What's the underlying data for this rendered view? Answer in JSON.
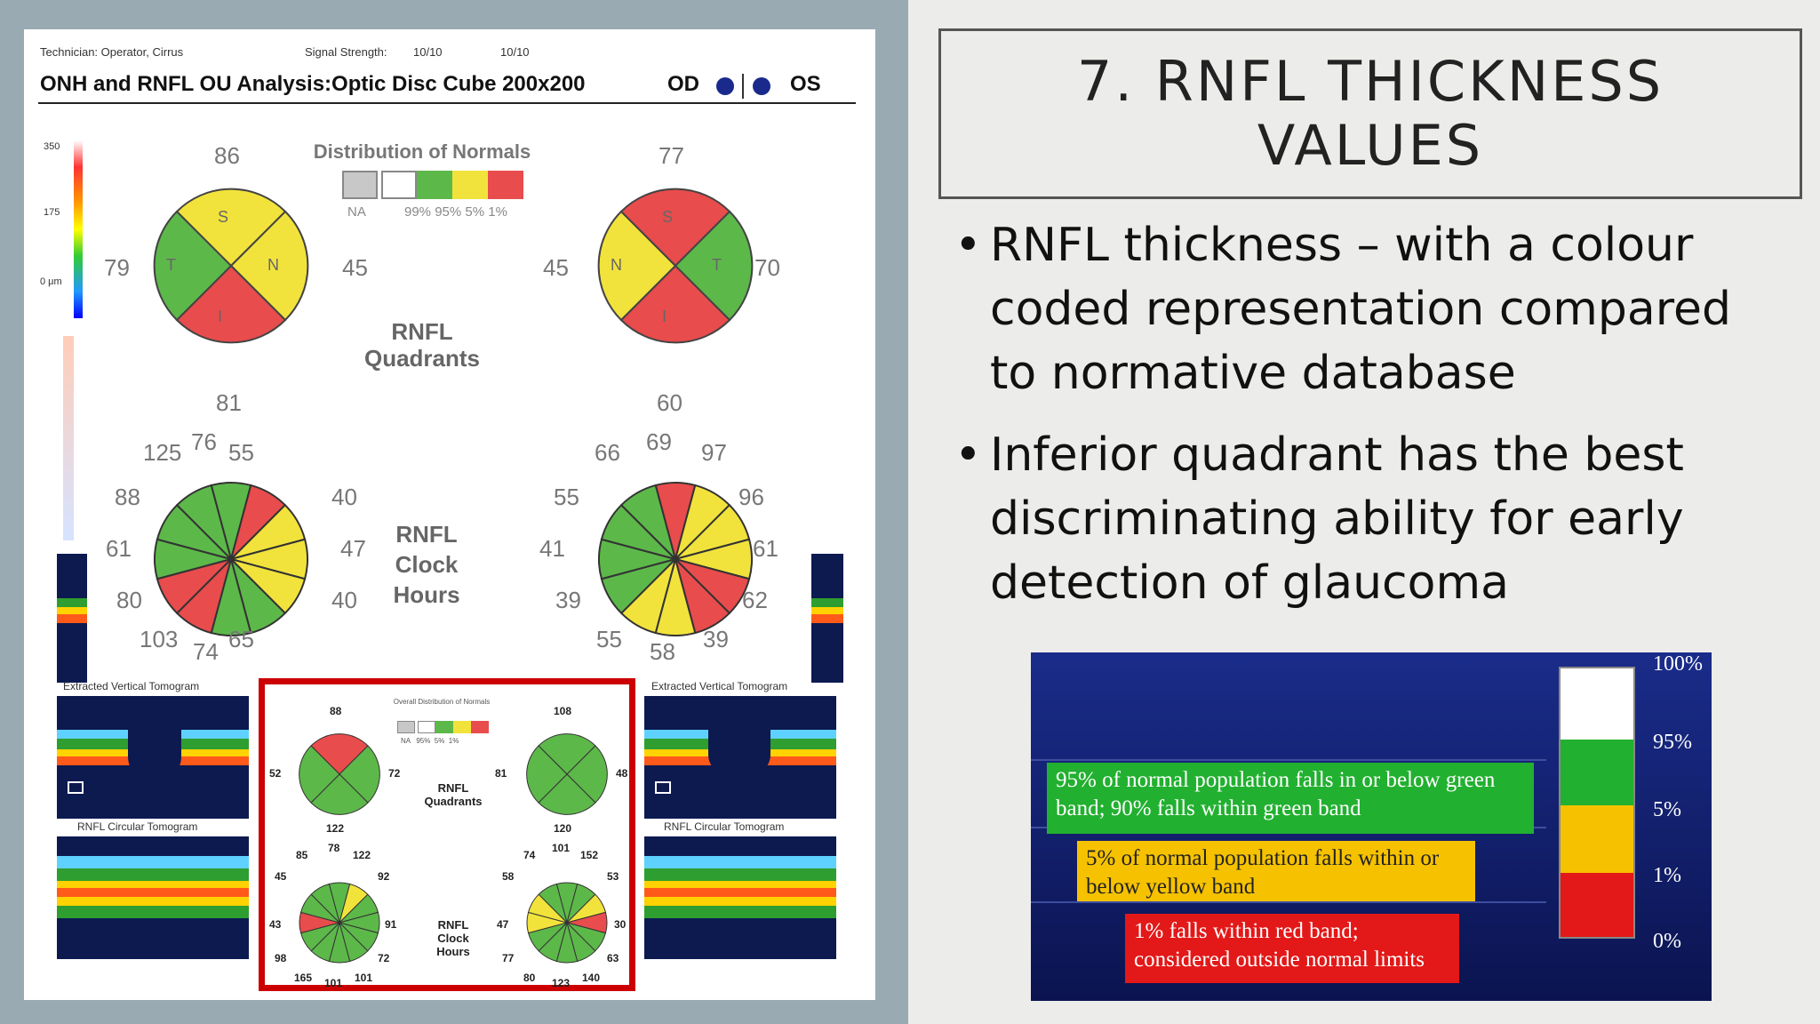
{
  "report": {
    "technician": "Technician:  Operator, Cirrus",
    "signal_strength_label": "Signal Strength:",
    "signal_od": "10/10",
    "signal_os": "10/10",
    "title": "ONH and RNFL OU Analysis:Optic Disc Cube 200x200",
    "od_label": "OD",
    "os_label": "OS",
    "colorbar": {
      "top": "350",
      "mid": "175",
      "bottom": "0 μm"
    },
    "distribution_title": "Distribution of Normals",
    "distribution_labels": [
      "NA",
      "99% 95% 5% 1%"
    ],
    "quadrants_label": [
      "RNFL",
      "Quadrants"
    ],
    "clock_label": [
      "RNFL",
      "Clock",
      "Hours"
    ],
    "od_quadrants": {
      "S": "S",
      "N": "N",
      "I": "I",
      "T": "T",
      "top": "86",
      "left": "79",
      "right": "45",
      "bottom": "81"
    },
    "os_quadrants": {
      "S": "S",
      "N": "N",
      "I": "I",
      "T": "T",
      "top": "77",
      "left": "45",
      "right": "70",
      "bottom": "60"
    },
    "od_clock": [
      "125",
      "76",
      "55",
      "88",
      "40",
      "61",
      "47",
      "80",
      "40",
      "103",
      "74",
      "65"
    ],
    "os_clock": [
      "66",
      "69",
      "97",
      "55",
      "96",
      "41",
      "61",
      "39",
      "62",
      "55",
      "58",
      "39"
    ],
    "tomogram_vertical": "Extracted Vertical Tomogram",
    "tomogram_circular": "RNFL Circular Tomogram",
    "small": {
      "distribution_title": "Overall Distribution of Normals",
      "distribution_labels": "NA   95%  5%  1%",
      "quadrants_label": [
        "RNFL",
        "Quadrants"
      ],
      "clock_label": [
        "RNFL",
        "Clock",
        "Hours"
      ],
      "od_quadrants": {
        "top": "88",
        "left": "52",
        "right": "72",
        "bottom": "122"
      },
      "os_quadrants": {
        "top": "108",
        "left": "81",
        "right": "48",
        "bottom": "120"
      },
      "od_clock": [
        "85",
        "78",
        "122",
        "45",
        "92",
        "43",
        "91",
        "98",
        "72",
        "165",
        "101",
        "101"
      ],
      "os_clock": [
        "74",
        "101",
        "152",
        "58",
        "53",
        "47",
        "30",
        "77",
        "63",
        "80",
        "123",
        "140"
      ]
    }
  },
  "slide": {
    "title_line1": "7. RNFL THICKNESS",
    "title_line2": "VALUES",
    "bullets": [
      "RNFL thickness – with a colour coded representation compared to normative database",
      "Inferior quadrant has the best discriminating ability for early detection of glaucoma"
    ],
    "bullet_symbol": "•"
  },
  "legend": {
    "green_text": "95% of normal population falls in or below green band; 90%  falls within green band",
    "yellow_text": "5%  of normal population falls within or below yellow band",
    "red_text": "1% falls within red band; considered outside normal limits",
    "percentages": [
      "100%",
      "95%",
      "5%",
      "1%",
      "0%"
    ]
  },
  "colors": {
    "normal_green": "#5db84a",
    "borderline_yellow": "#f2e33c",
    "outside_red": "#e84c4c",
    "highlight_red": "#cc0000"
  }
}
